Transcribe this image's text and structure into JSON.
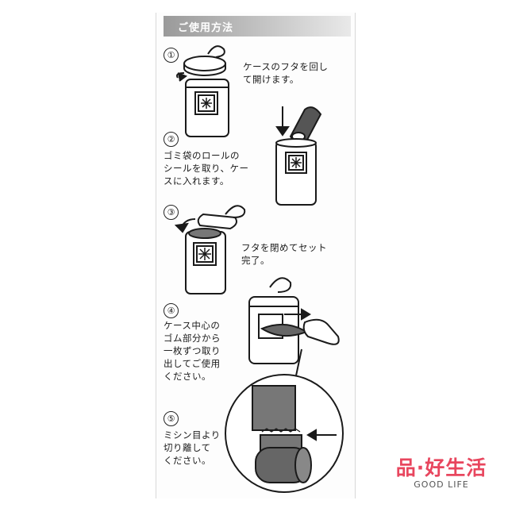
{
  "header": {
    "title": "ご使用方法"
  },
  "steps": [
    {
      "number": "①",
      "text": "ケースのフタを回し\nて開けます。"
    },
    {
      "number": "②",
      "text": "ゴミ袋のロールの\nシールを取り、ケー\nスに入れます。"
    },
    {
      "number": "③",
      "text": "フタを閉めてセット\n完了。"
    },
    {
      "number": "④",
      "text": "ケース中心の\nゴム部分から\n一枚ずつ取り\n出してご使用\nください。"
    },
    {
      "number": "⑤",
      "text": "ミシン目より\n切り離して\nください。"
    }
  ],
  "logo": {
    "brand": "品·好生活",
    "subtitle": "GOOD LIFE"
  }
}
